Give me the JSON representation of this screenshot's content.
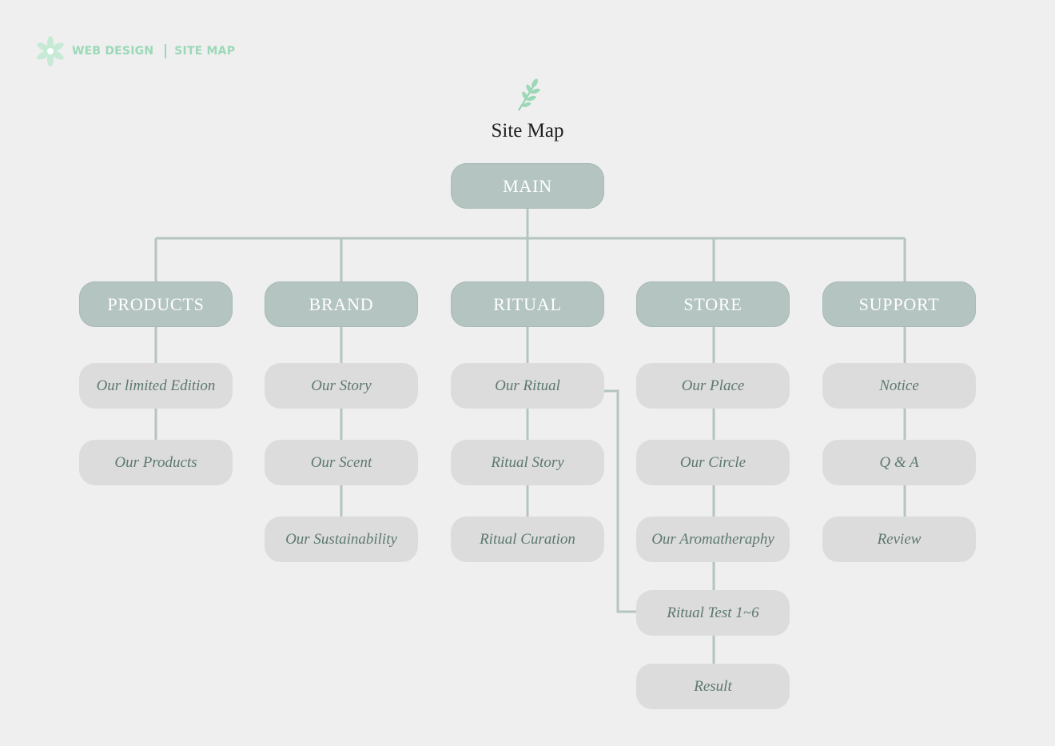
{
  "header": {
    "brand_label": "WEB DESIGN",
    "section_label": "SITE MAP",
    "logo_icon": "flower-icon",
    "accent_color": "#9bd8b7"
  },
  "title": {
    "text": "Site Map",
    "icon": "leaf-sprig-icon"
  },
  "colors": {
    "primary_node": "#b4c4c1",
    "secondary_node": "#dcdcdc",
    "connector": "#b4c4c1",
    "secondary_text": "#5d7870",
    "background": "#efefef"
  },
  "root": {
    "label": "MAIN"
  },
  "branches": [
    {
      "label": "PRODUCTS",
      "children": [
        "Our limited Edition",
        "Our Products"
      ]
    },
    {
      "label": "BRAND",
      "children": [
        "Our Story",
        "Our Scent",
        "Our Sustainability"
      ]
    },
    {
      "label": "RITUAL",
      "children": [
        "Our Ritual",
        "Ritual Story",
        "Ritual Curation"
      ]
    },
    {
      "label": "STORE",
      "children": [
        "Our Place",
        "Our Circle",
        "Our Aromatheraphy",
        "Ritual Test 1~6",
        "Result"
      ]
    },
    {
      "label": "SUPPORT",
      "children": [
        "Notice",
        "Q & A",
        "Review"
      ]
    }
  ]
}
